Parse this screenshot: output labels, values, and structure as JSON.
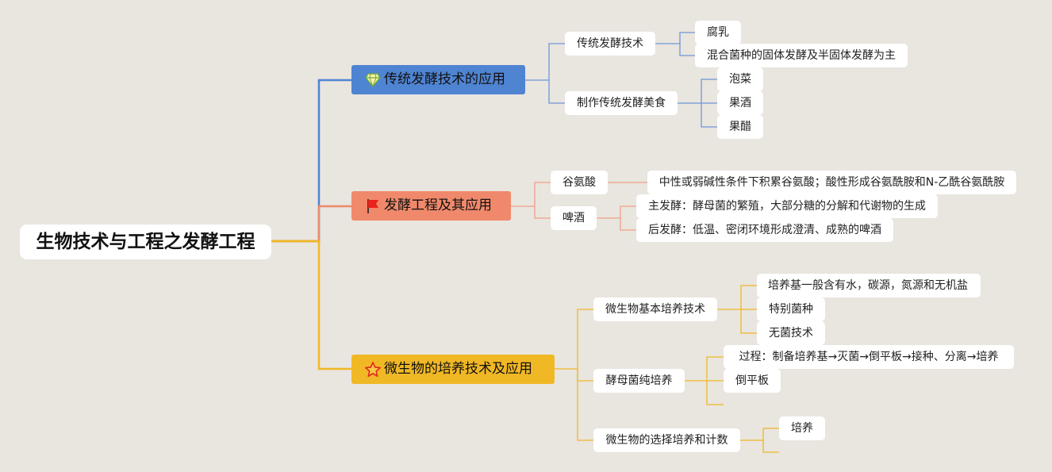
{
  "root": {
    "label": "生物技术与工程之发酵工程"
  },
  "branches": [
    {
      "label": "传统发酵技术的应用",
      "icon": "diamond-icon",
      "color": "#4f84d3",
      "children": [
        {
          "label": "传统发酵技术",
          "children": [
            "腐乳",
            "混合菌种的固体发酵及半固体发酵为主"
          ]
        },
        {
          "label": "制作传统发酵美食",
          "children": [
            "泡菜",
            "果酒",
            "果醋"
          ]
        }
      ]
    },
    {
      "label": "发酵工程及其应用",
      "icon": "flag-icon",
      "color": "#f0896b",
      "children": [
        {
          "label": "谷氨酸",
          "children": [
            "中性或弱碱性条件下积累谷氨酸；酸性形成谷氨酰胺和N-乙酰谷氨酰胺"
          ]
        },
        {
          "label": "啤酒",
          "children": [
            "主发酵：酵母菌的繁殖，大部分糖的分解和代谢物的生成",
            "后发酵：低温、密闭环境形成澄清、成熟的啤酒"
          ]
        }
      ]
    },
    {
      "label": "微生物的培养技术及应用",
      "icon": "star-icon",
      "color": "#f1b825",
      "children": [
        {
          "label": "微生物基本培养技术",
          "children": [
            "培养基一般含有水，碳源，氮源和无机盐",
            "特别菌种",
            "无菌技术"
          ]
        },
        {
          "label": "酵母菌纯培养",
          "children": [
            "过程：制备培养基→灭菌→倒平板→接种、分离→培养",
            "倒平板"
          ]
        },
        {
          "label": "微生物的选择培养和计数",
          "children": [
            "培养"
          ]
        }
      ]
    }
  ]
}
